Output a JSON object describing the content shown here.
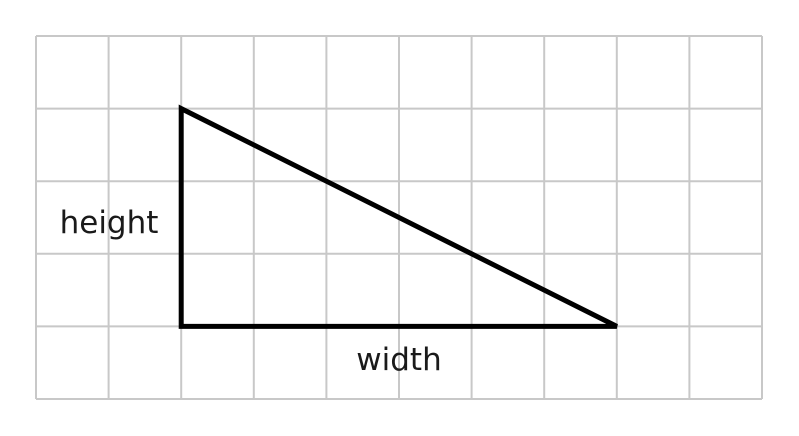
{
  "diagram": {
    "grid": {
      "columns": 10,
      "rows": 5,
      "line_color": "#c8c8c8"
    },
    "triangle": {
      "vertices_in_grid_units": [
        [
          2,
          1
        ],
        [
          2,
          4
        ],
        [
          8,
          4
        ]
      ],
      "stroke_color": "#000000"
    },
    "labels": {
      "height": "height",
      "width": "width"
    }
  }
}
